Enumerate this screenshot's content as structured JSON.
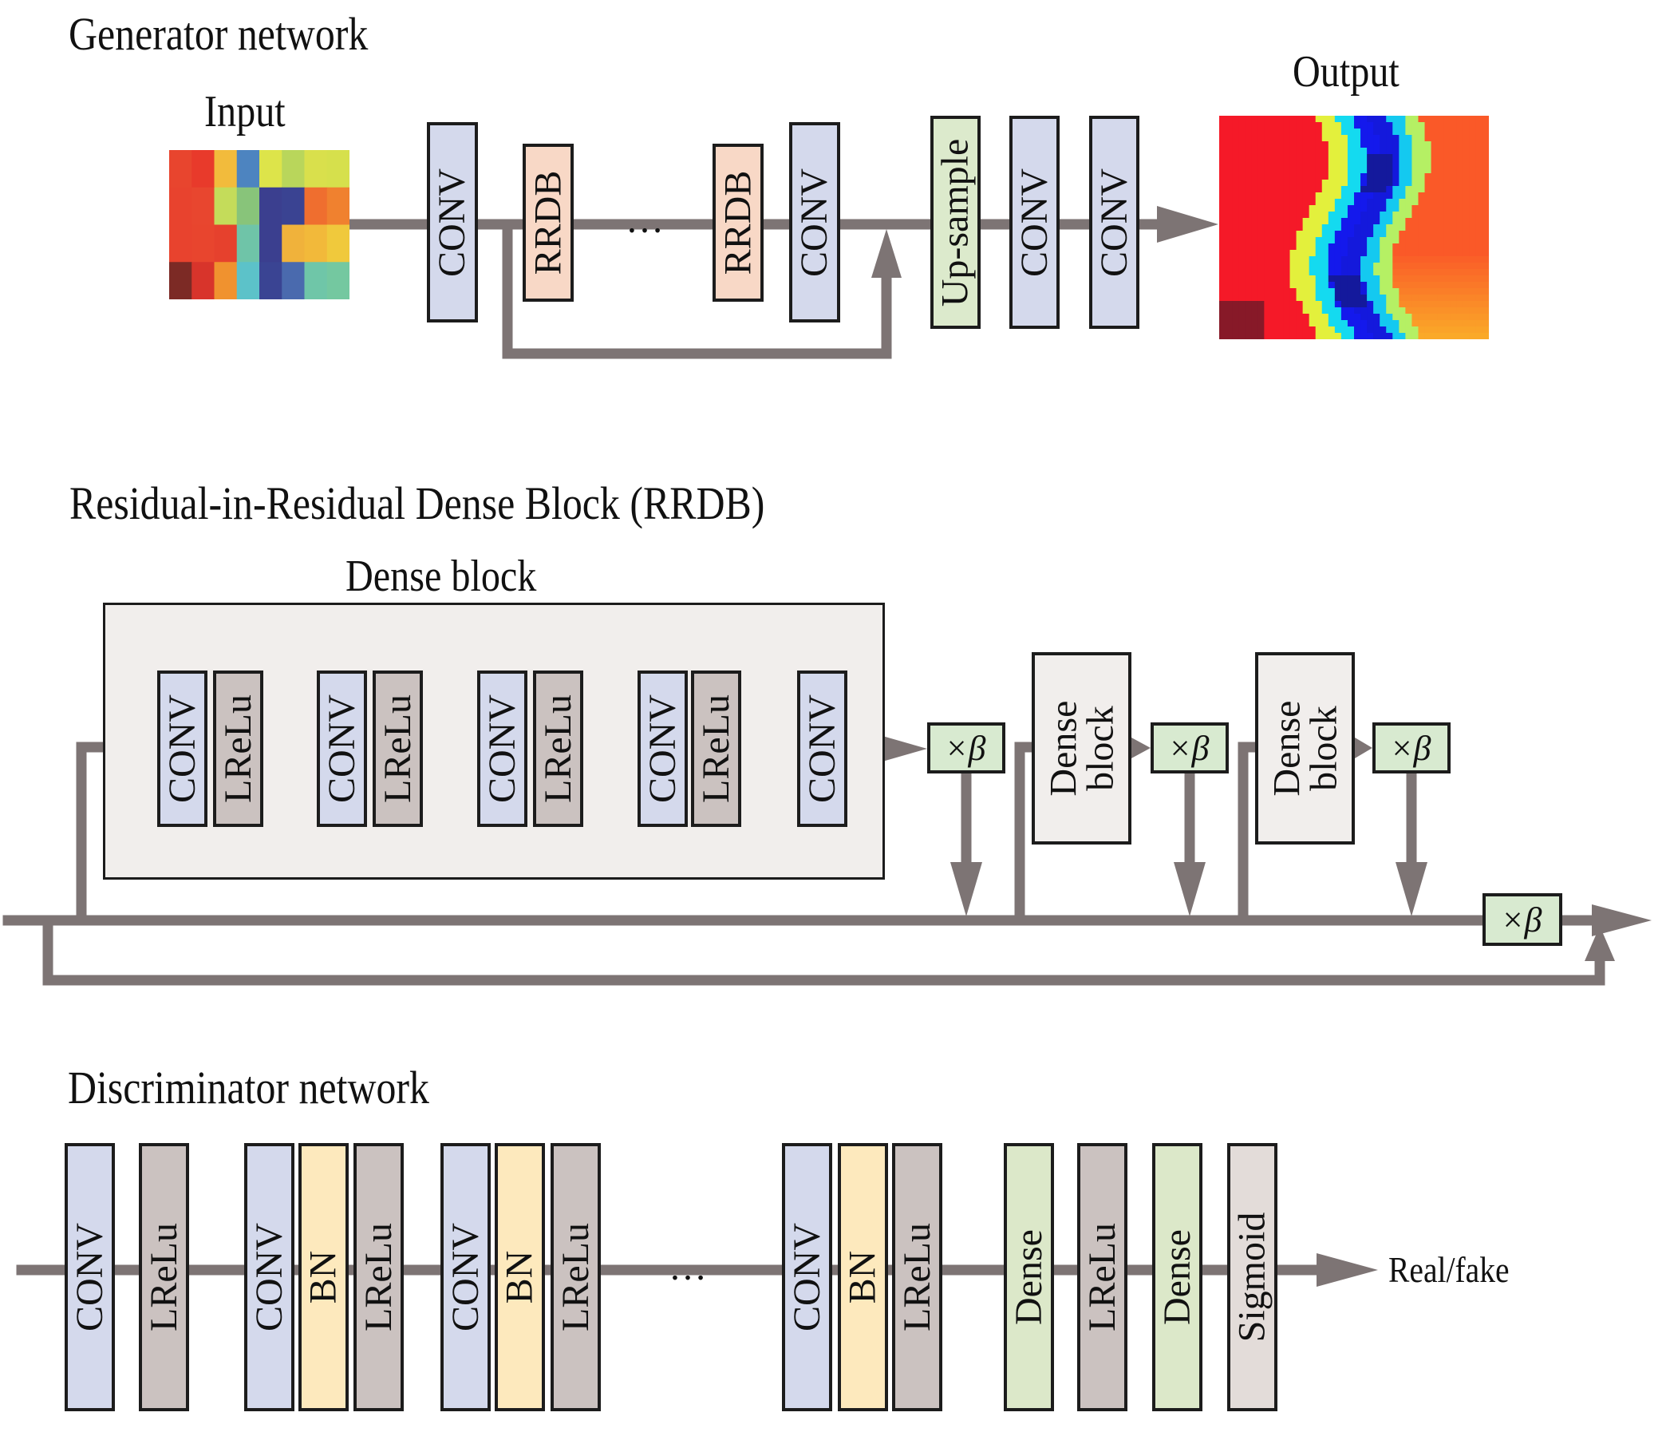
{
  "colors": {
    "conv": "#d4d9ec",
    "lrelu": "#cbc2c0",
    "rrdb": "#f8d8c6",
    "upsample": "#dceacc",
    "bn": "#fde9bd",
    "dense": "#dce8c9",
    "sigmoid": "#e3dcd9",
    "dense_block": "#f1eeec",
    "beta": "#d8ead0",
    "wire": "#7d7474",
    "orange": "#e8743b",
    "blue": "#4f6fb8",
    "green": "#6aa84f"
  },
  "generator": {
    "title": "Generator network",
    "input_label": "Input",
    "output_label": "Output",
    "ellipsis": "…",
    "blocks": [
      "CONV",
      "RRDB",
      "RRDB",
      "CONV",
      "Up-sample",
      "CONV",
      "CONV"
    ],
    "input_grid": [
      [
        "#e8452e",
        "#e83a2b",
        "#f2bb3c",
        "#4d84c0",
        "#dde44a",
        "#b9d65b",
        "#d9e04c",
        "#d6e04c"
      ],
      [
        "#e8432e",
        "#e8462f",
        "#c4dc5a",
        "#88c47a",
        "#3b3f8f",
        "#3a4392",
        "#ef6e2f",
        "#f0812f"
      ],
      [
        "#e8432e",
        "#e8452e",
        "#e6412d",
        "#6fc4a8",
        "#3b3f8f",
        "#f0b23b",
        "#f2b93a",
        "#f0c93c"
      ],
      [
        "#7c2a25",
        "#d8342b",
        "#f0922f",
        "#5cc2c9",
        "#3a4493",
        "#4a6aae",
        "#6fc6a8",
        "#74c8a0"
      ]
    ]
  },
  "rrdb": {
    "title": "Residual-in-Residual Dense Block (RRDB)",
    "dense_block_label": "Dense block",
    "inner_blocks": [
      "CONV",
      "LReLu",
      "CONV",
      "LReLu",
      "CONV",
      "LReLu",
      "CONV",
      "LReLu",
      "CONV"
    ],
    "dense_block_short": [
      "Dense",
      "block"
    ],
    "beta_label": "β",
    "times": "×"
  },
  "discriminator": {
    "title": "Discriminator network",
    "ellipsis": "…",
    "blocks": [
      "CONV",
      "LReLu",
      "CONV",
      "BN",
      "LReLu",
      "CONV",
      "BN",
      "LReLu",
      "CONV",
      "BN",
      "LReLu",
      "Dense",
      "LReLu",
      "Dense",
      "Sigmoid"
    ],
    "output_label": "Real/fake"
  }
}
